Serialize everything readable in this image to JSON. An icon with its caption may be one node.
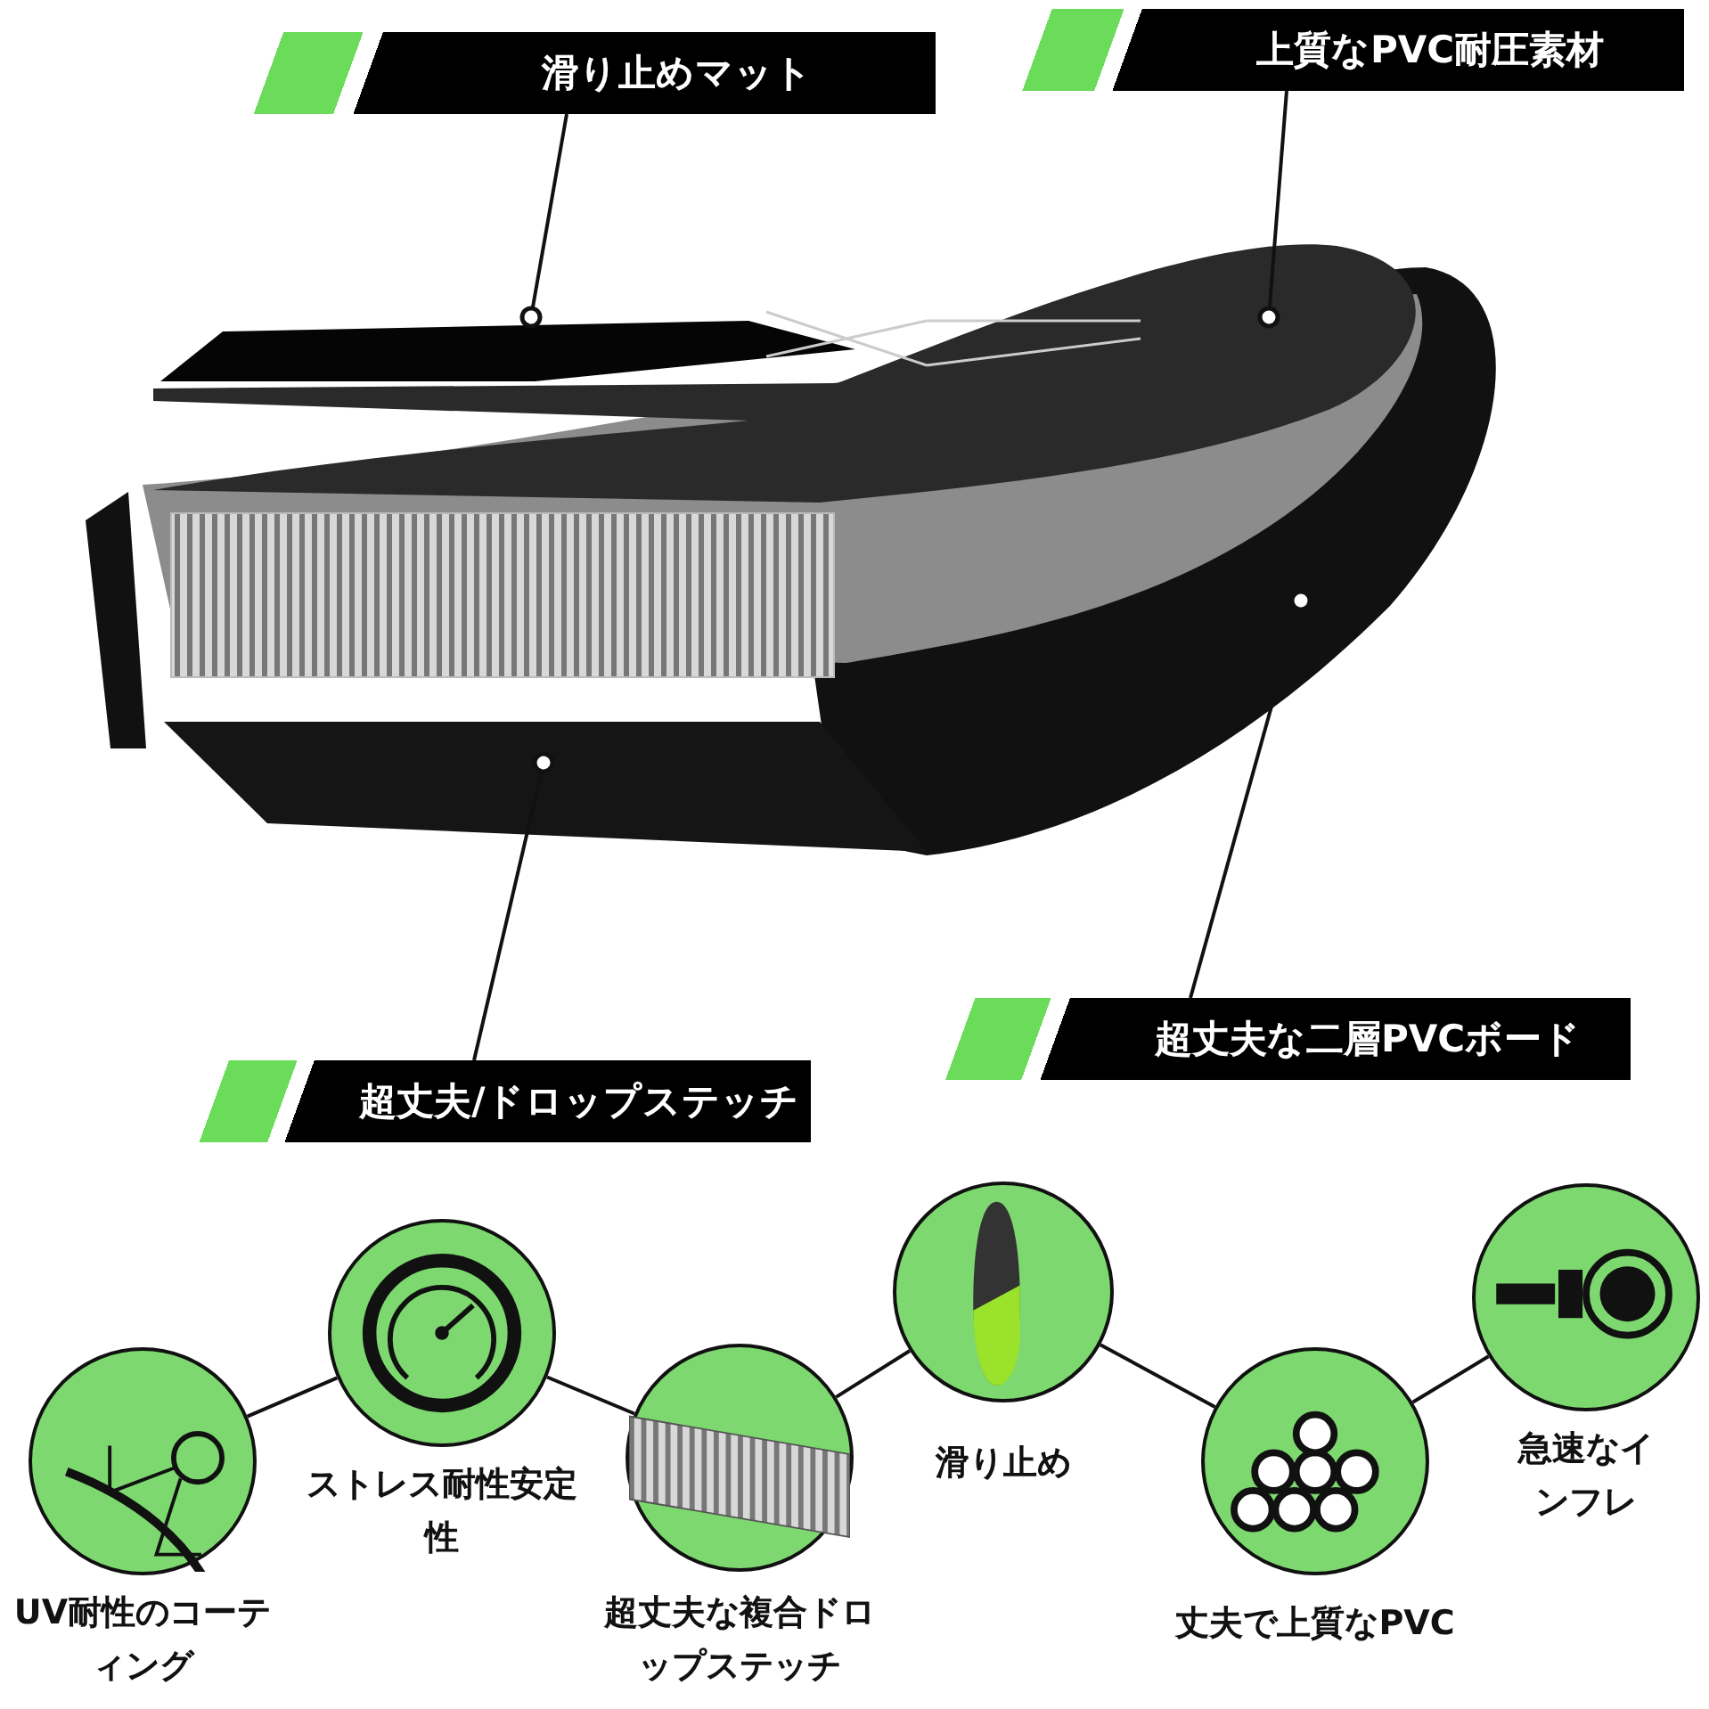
{
  "diagram": {
    "nodes": [
      {
        "text": [
          "滑り止めマット"
        ]
      },
      {
        "text": [
          "上質なPVC耐圧素材"
        ]
      },
      {
        "text": [
          "超丈夫な二層PVCボード"
        ]
      },
      {
        "text": [
          "超丈夫/ドロップステッチ"
        ]
      },
      {
        "text": [
          "UV耐性のコーティング"
        ]
      },
      {
        "text": [
          "ストレス耐性安定性"
        ]
      },
      {
        "text": [
          "超丈夫な複合ドロップステッチ"
        ]
      },
      {
        "text": [
          "滑り止め"
        ]
      },
      {
        "text": [
          "丈夫で上質なPVC"
        ]
      },
      {
        "text": [
          "急速なインフレ"
        ]
      }
    ],
    "edges": [
      {
        "from": 0,
        "to": null,
        "arrow": "other"
      },
      {
        "from": 1,
        "to": null,
        "arrow": "other"
      },
      {
        "from": 2,
        "to": null,
        "arrow": "other"
      },
      {
        "from": 3,
        "to": null,
        "arrow": "other"
      },
      {
        "from": 4,
        "to": 5,
        "arrow": "none"
      },
      {
        "from": 5,
        "to": 6,
        "arrow": "none"
      },
      {
        "from": 6,
        "to": 7,
        "arrow": "none"
      },
      {
        "from": 7,
        "to": 8,
        "arrow": "none"
      },
      {
        "from": 8,
        "to": 9,
        "arrow": "none"
      }
    ]
  }
}
